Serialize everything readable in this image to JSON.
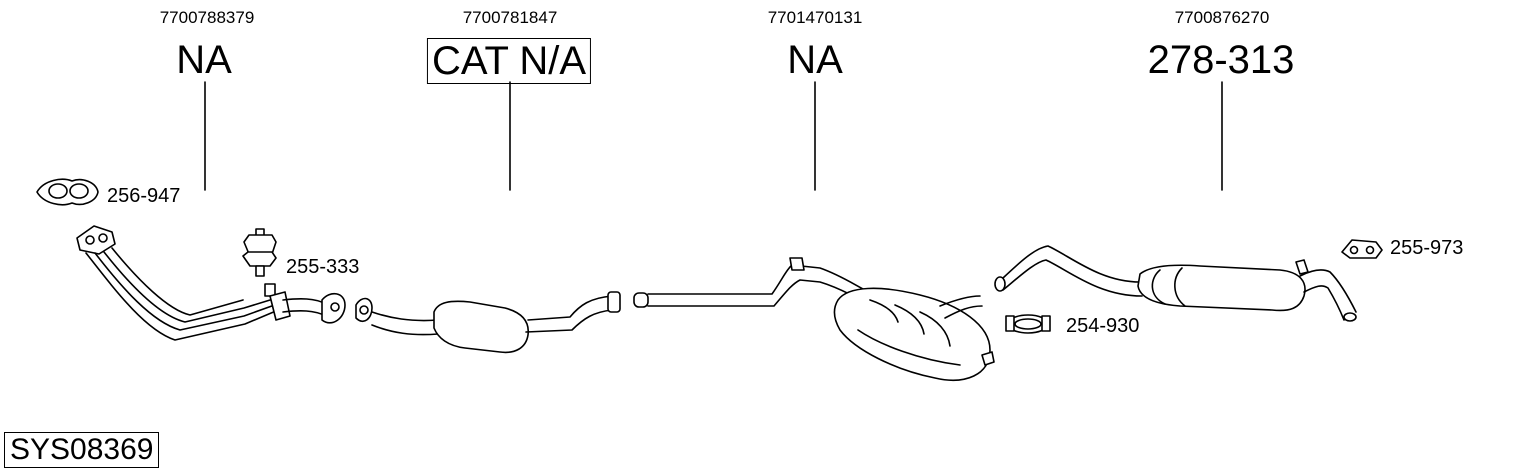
{
  "parts": [
    {
      "oe": "7700788379",
      "ref": "NA"
    },
    {
      "oe": "7700781847",
      "ref": "CAT N/A"
    },
    {
      "oe": "7701470131",
      "ref": "NA"
    },
    {
      "oe": "7700876270",
      "ref": "278-313"
    }
  ],
  "accessories": [
    {
      "ref": "256-947",
      "icon": "gasket-icon"
    },
    {
      "ref": "255-333",
      "icon": "mounting-rubber-icon"
    },
    {
      "ref": "254-930",
      "icon": "clamp-icon"
    },
    {
      "ref": "255-973",
      "icon": "hanger-icon"
    }
  ],
  "system_code": "SYS08369"
}
